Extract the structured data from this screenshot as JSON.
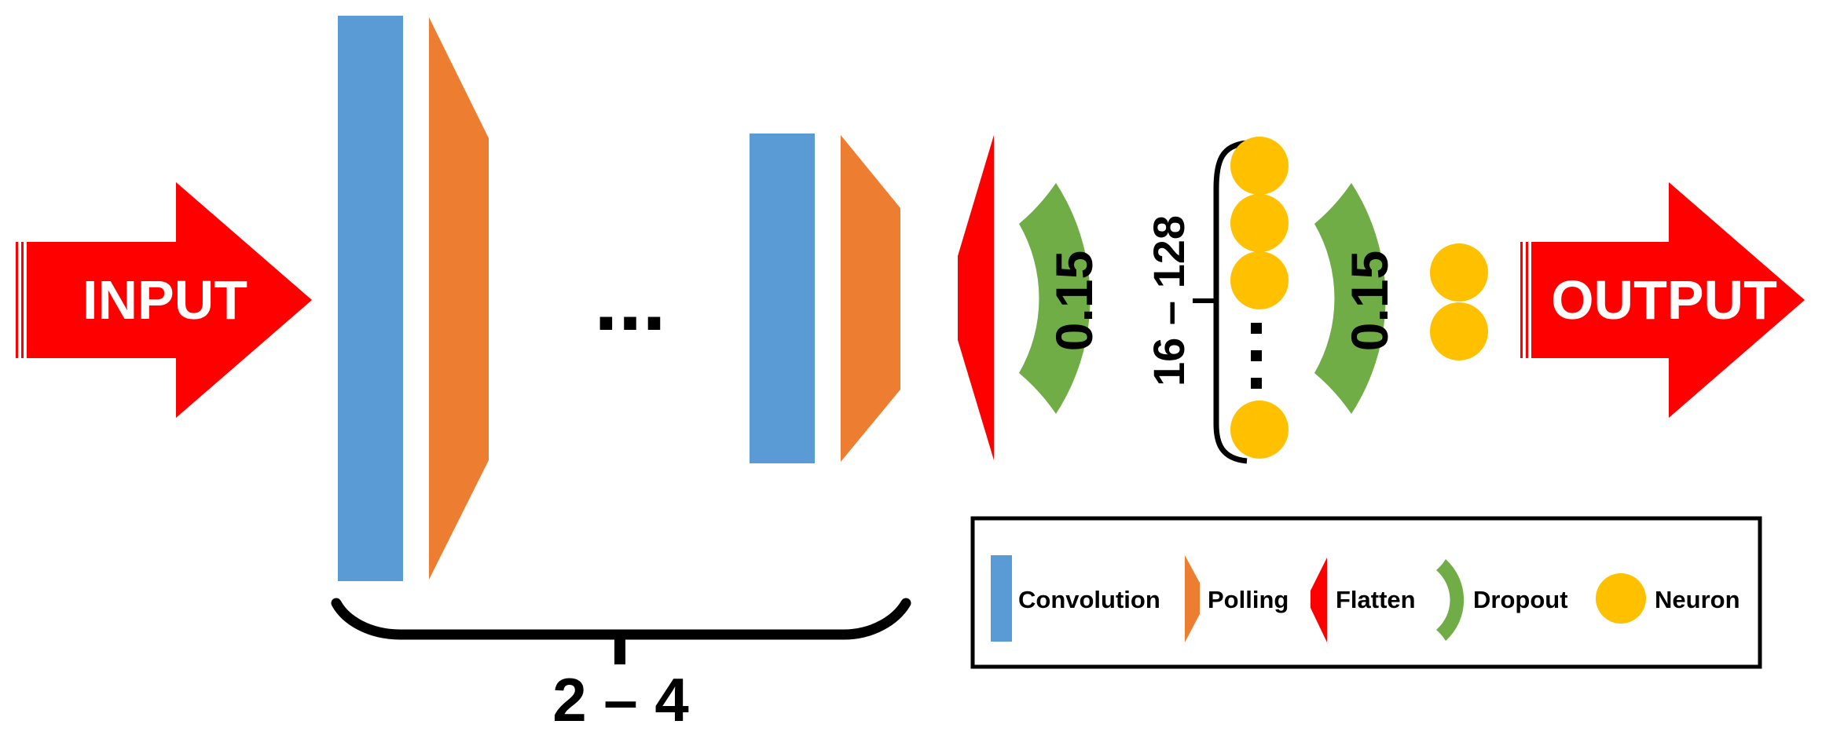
{
  "colors": {
    "convolution": "#5b9bd5",
    "pooling": "#ed7d31",
    "flatten": "#ff0000",
    "dropout": "#70ad47",
    "neuron": "#ffc000",
    "arrow": "#ff0000",
    "text": "#000000"
  },
  "arrows": {
    "input_label": "INPUT",
    "output_label": "OUTPUT"
  },
  "layers": {
    "ellipsis": "...",
    "conv_block_range": "2 – 4",
    "dropout1_rate": "0.15",
    "dropout2_rate": "0.15",
    "dense_range": "16 – 128",
    "dense_ellipsis": "...",
    "output_neurons": 2
  },
  "legend": {
    "items": [
      {
        "label": "Convolution",
        "icon": "convolution-bar"
      },
      {
        "label": "Polling",
        "icon": "pooling-trapezoid"
      },
      {
        "label": "Flatten",
        "icon": "flatten-triangle"
      },
      {
        "label": "Dropout",
        "icon": "dropout-arc"
      },
      {
        "label": "Neuron",
        "icon": "neuron-circle"
      }
    ]
  }
}
